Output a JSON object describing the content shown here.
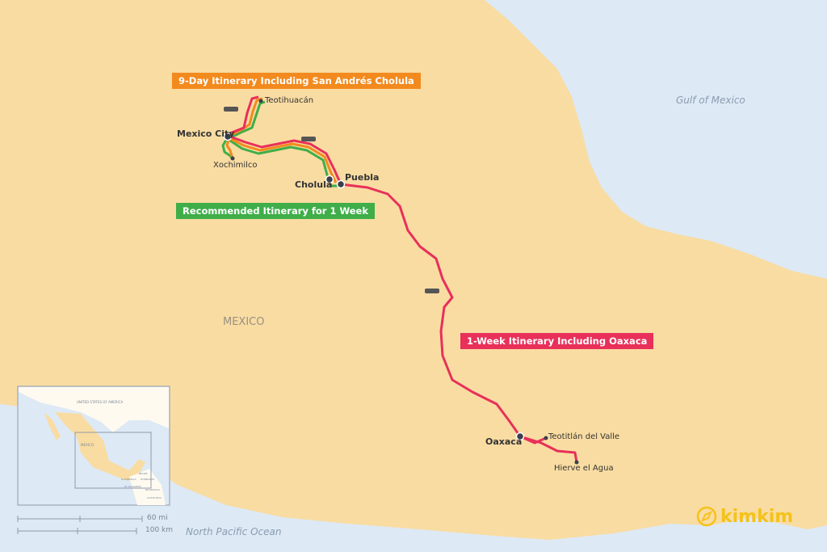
{
  "itineraries": [
    {
      "name": "9-Day Itinerary Including San Andrés Cholula",
      "color": "#f28a1e"
    },
    {
      "name": "Recommended Itinerary for 1 Week",
      "color": "#3fae49"
    },
    {
      "name": "1-Week Itinerary Including Oaxaca",
      "color": "#e8305a"
    }
  ],
  "places": {
    "mexico_city": "Mexico City",
    "teotihuacan": "Teotihuacán",
    "xochimilco": "Xochimilco",
    "cholula": "Cholula",
    "puebla": "Puebla",
    "oaxaca": "Oaxaca",
    "teotitlan": "Teotitlán del Valle",
    "hierve": "Hierve el Agua"
  },
  "water_labels": {
    "gulf": "Gulf of Mexico",
    "pacific": "North Pacific Ocean"
  },
  "country_label": "MEXICO",
  "inset": {
    "usa": "UNITED STATES OF AMERICA",
    "mexico": "MEXICO",
    "belize": "BELIZE",
    "guatemala": "GUATEMALA",
    "honduras": "HONDURAS",
    "el_salvador": "EL SALVADOR",
    "nicaragua": "NICARAGUA",
    "costa_rica": "COSTA RICA"
  },
  "scale": {
    "miles": "60 mi",
    "km": "100 km"
  },
  "brand": "kimkim",
  "icons": [
    "car-icon",
    "compass-icon"
  ]
}
